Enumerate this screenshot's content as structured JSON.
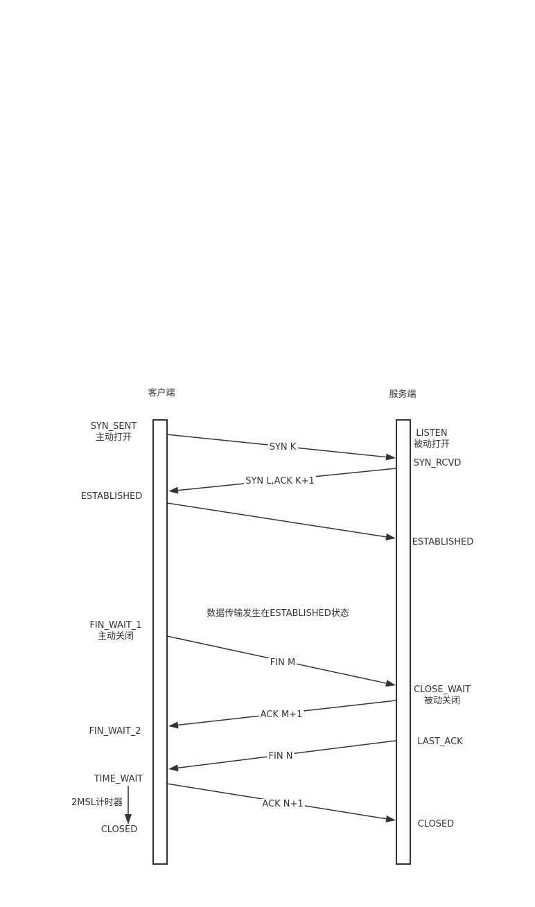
{
  "client": {
    "title": "客户端",
    "states": {
      "syn_sent": "SYN_SENT",
      "active_open": "主动打开",
      "established": "ESTABLISHED",
      "fin_wait_1": "FIN_WAIT_1",
      "active_close": "主动关闭",
      "fin_wait_2": "FIN_WAIT_2",
      "time_wait": "TIME_WAIT",
      "timer": "2MSL计时器",
      "closed": "CLOSED"
    }
  },
  "server": {
    "title": "服务端",
    "states": {
      "listen": "LISTEN",
      "passive_open": "被动打开",
      "syn_rcvd": "SYN_RCVD",
      "established": "ESTABLISHED",
      "close_wait": "CLOSE_WAIT",
      "passive_close": "被动关闭",
      "last_ack": "LAST_ACK",
      "closed": "CLOSED"
    }
  },
  "note": "数据传输发生在ESTABLISHED状态",
  "messages": [
    {
      "label": "SYN K"
    },
    {
      "label": "SYN L,ACK K+1"
    },
    {
      "label": ""
    },
    {
      "label": "FIN M"
    },
    {
      "label": "ACK M+1"
    },
    {
      "label": "FIN N"
    },
    {
      "label": "ACK N+1"
    }
  ]
}
